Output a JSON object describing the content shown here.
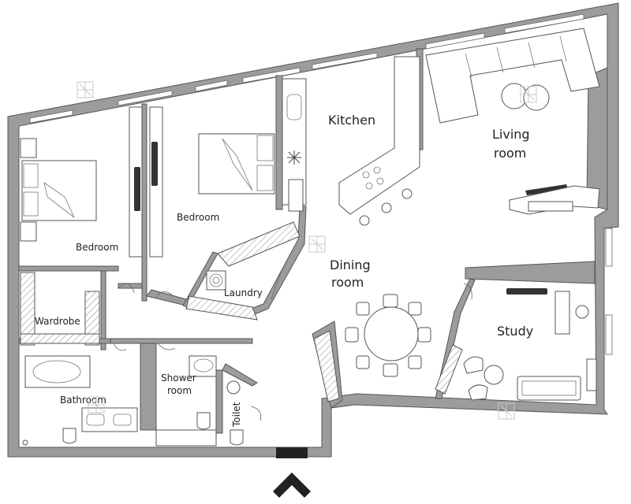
{
  "rooms": {
    "kitchen": "Kitchen",
    "living_room_line1": "Living",
    "living_room_line2": "room",
    "bedroom_left": "Bedroom",
    "bedroom_center": "Bedroom",
    "laundry": "Laundry",
    "dining_room_line1": "Dining",
    "dining_room_line2": "room",
    "wardrobe": "Wardrobe",
    "study": "Study",
    "bathroom": "Bathroom",
    "shower_room_line1": "Shower",
    "shower_room_line2": "room",
    "toilet": "Toilet"
  },
  "icons": {
    "entrance": "entrance-arrow-icon",
    "watermark": "watermark-logo-icon"
  },
  "colors": {
    "walls": "#9c9c9c",
    "entrance_marker": "#222222"
  }
}
